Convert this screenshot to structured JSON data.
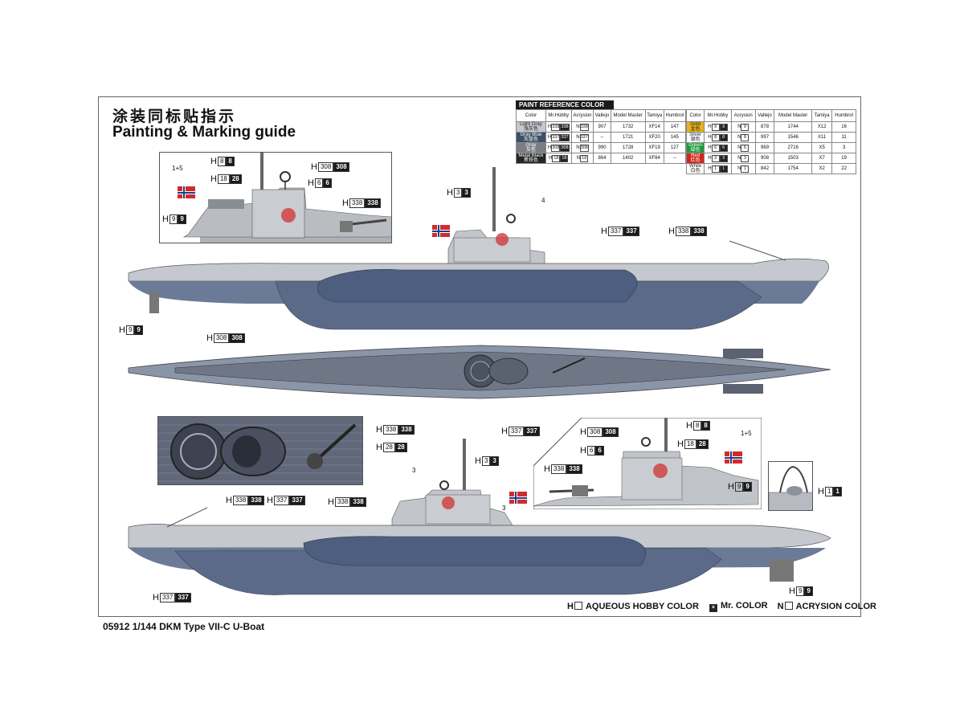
{
  "header": {
    "title_cn": "涂装同标贴指示",
    "title_en": "Painting & Marking guide"
  },
  "footer": {
    "product": "05912 1/144 DKM Type VII-C U-Boat"
  },
  "legend": {
    "aqueous": "AQUEOUS HOBBY COLOR",
    "mr_color": "Mr. COLOR",
    "acrysion": "ACRYSION COLOR"
  },
  "paint_table": {
    "title": "PAINT REFERENCE COLOR",
    "headers": [
      "Color",
      "Mr.Hobby",
      "Acrysion",
      "Vallejo",
      "Model Master",
      "Tamiya",
      "Humbrol"
    ],
    "left_rows": [
      {
        "name": "Light Gray",
        "name_cn": "浅灰色",
        "hobby": "338",
        "acrysion": "338",
        "vallejo": "907",
        "model_master": "1732",
        "tamiya": "XF14",
        "humbrol": "147",
        "color": "#c4c7cc",
        "text": "#222222"
      },
      {
        "name": "Gray Blue",
        "name_cn": "灰蓝色",
        "hobby": "337",
        "acrysion": "337",
        "vallejo": "--",
        "model_master": "1721",
        "tamiya": "XF20",
        "humbrol": "145",
        "color": "#3d5068",
        "text": "#ffffff"
      },
      {
        "name": "Gray",
        "name_cn": "灰色",
        "hobby": "308",
        "acrysion": "308",
        "vallejo": "990",
        "model_master": "1728",
        "tamiya": "XF19",
        "humbrol": "127",
        "color": "#7a7d82",
        "text": "#ffffff"
      },
      {
        "name": "Metal Black",
        "name_cn": "黑铁色",
        "hobby": "18",
        "acrysion": "18",
        "vallejo": "864",
        "model_master": "1402",
        "tamiya": "XF84",
        "humbrol": "--",
        "color": "#262626",
        "text": "#ffffff"
      }
    ],
    "right_rows": [
      {
        "name": "Gold",
        "name_cn": "金色",
        "hobby": "9",
        "acrysion": "9",
        "vallejo": "878",
        "model_master": "1744",
        "tamiya": "X12",
        "humbrol": "16",
        "color": "#e8b21a",
        "text": "#222222"
      },
      {
        "name": "Silver",
        "name_cn": "银色",
        "hobby": "8",
        "acrysion": "8",
        "vallejo": "997",
        "model_master": "1546",
        "tamiya": "X11",
        "humbrol": "11",
        "color": "#ffffff",
        "text": "#222222"
      },
      {
        "name": "Green",
        "name_cn": "绿色",
        "hobby": "6",
        "acrysion": "6",
        "vallejo": "969",
        "model_master": "2716",
        "tamiya": "X5",
        "humbrol": "3",
        "color": "#1e9a3c",
        "text": "#ffffff"
      },
      {
        "name": "Red",
        "name_cn": "红色",
        "hobby": "3",
        "acrysion": "3",
        "vallejo": "908",
        "model_master": "1503",
        "tamiya": "X7",
        "humbrol": "19",
        "color": "#d8231c",
        "text": "#ffffff"
      },
      {
        "name": "White",
        "name_cn": "白色",
        "hobby": "1",
        "acrysion": "1",
        "vallejo": "842",
        "model_master": "1754",
        "tamiya": "X2",
        "humbrol": "22",
        "color": "#ffffff",
        "text": "#222222"
      }
    ]
  },
  "callouts": {
    "c1": "8",
    "c2": "18",
    "c3": "308",
    "c4": "6",
    "c5": "338",
    "c6": "9",
    "c7": "3",
    "c8": "337",
    "c9": "338",
    "c10": "9",
    "c11": "308",
    "c12": "338",
    "c13": "28",
    "c14": "337",
    "c15": "8",
    "c16": "308",
    "c17": "18",
    "c18": "6",
    "c19": "338",
    "c20": "9",
    "c21": "1",
    "c22": "3",
    "c23": "338",
    "c24": "337",
    "c25": "338",
    "c26": "337",
    "c27": "9",
    "dark": {
      "c1": "8",
      "c2": "28",
      "c3": "308",
      "c4": "6",
      "c5": "338",
      "c6": "9",
      "c7": "3",
      "c8": "337",
      "c9": "338",
      "c10": "9",
      "c11": "308",
      "c12": "338",
      "c13": "28",
      "c14": "337",
      "c15": "8",
      "c16": "308",
      "c17": "28",
      "c18": "6",
      "c19": "338",
      "c20": "9",
      "c21": "1",
      "c22": "3",
      "c23": "338",
      "c24": "337",
      "c25": "338",
      "c26": "337",
      "c27": "9"
    }
  },
  "numbers": {
    "n1": "1+5",
    "n2": "4",
    "n3": "1+5",
    "n4": "3",
    "n5": "3"
  },
  "letters": {
    "h": "H",
    "n": "N"
  }
}
